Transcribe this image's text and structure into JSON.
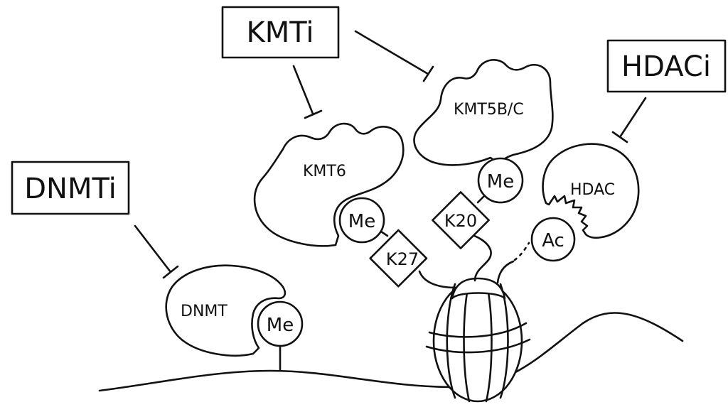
{
  "inhibitors": {
    "kmti": "KMTi",
    "hdaci": "HDACi",
    "dnmti": "DNMTi"
  },
  "enzymes": {
    "kmt6": "KMT6",
    "kmt5bc": "KMT5B/C",
    "hdac": "HDAC",
    "dnmt": "DNMT"
  },
  "marks": {
    "me_kmt6": "Me",
    "me_kmt5bc": "Me",
    "me_dnmt": "Me",
    "ac": "Ac"
  },
  "sites": {
    "k27": "K27",
    "k20": "K20"
  }
}
